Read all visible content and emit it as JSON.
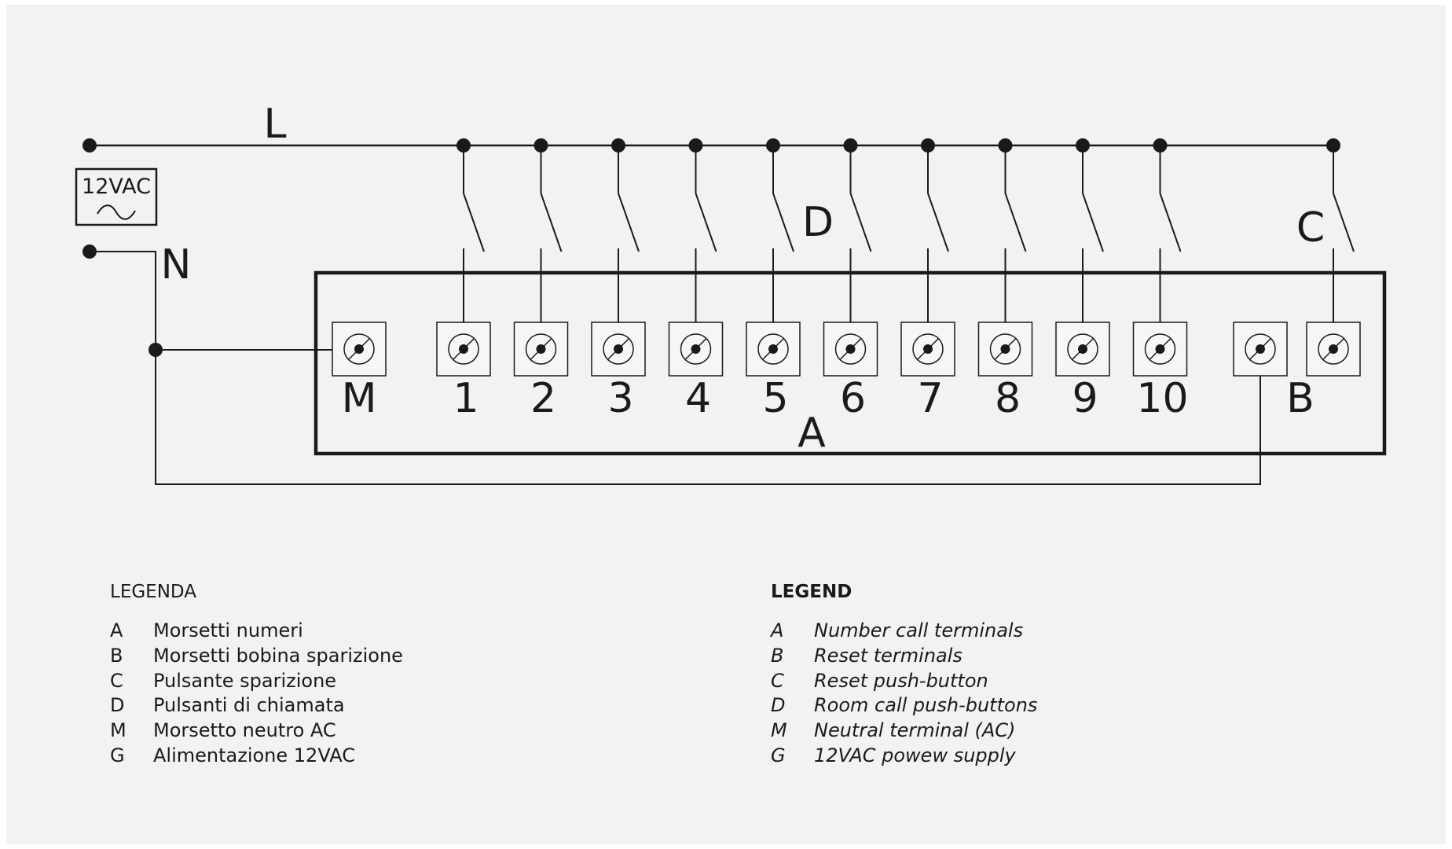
{
  "diagram": {
    "bus_label_L": "L",
    "neutral_label_N": "N",
    "power_box_label": "12VAC",
    "power_box_symbol": "~",
    "push_buttons_label": "D",
    "reset_button_label": "C",
    "panel_label": "A",
    "neutral_terminal_label": "M",
    "reset_terminal_label": "B",
    "number_terminal_labels": [
      "1",
      "2",
      "3",
      "4",
      "5",
      "6",
      "7",
      "8",
      "9",
      "10"
    ]
  },
  "legend_it": {
    "title": "LEGENDA",
    "items": [
      {
        "key": "A",
        "text": "Morsetti numeri"
      },
      {
        "key": "B",
        "text": "Morsetti bobina sparizione"
      },
      {
        "key": "C",
        "text": "Pulsante sparizione"
      },
      {
        "key": "D",
        "text": "Pulsanti di chiamata"
      },
      {
        "key": "M",
        "text": "Morsetto neutro AC"
      },
      {
        "key": "G",
        "text": "Alimentazione 12VAC"
      }
    ]
  },
  "legend_en": {
    "title": "LEGEND",
    "items": [
      {
        "key": "A",
        "text": "Number call terminals"
      },
      {
        "key": "B",
        "text": "Reset terminals"
      },
      {
        "key": "C",
        "text": "Reset push-button"
      },
      {
        "key": "D",
        "text": "Room call push-buttons"
      },
      {
        "key": "M",
        "text": "Neutral terminal (AC)"
      },
      {
        "key": "G",
        "text": "12VAC powew supply"
      }
    ]
  },
  "colors": {
    "background": "#f2f2f2",
    "line": "#1a1a1a",
    "terminal_fill": "#f6f6f6"
  }
}
